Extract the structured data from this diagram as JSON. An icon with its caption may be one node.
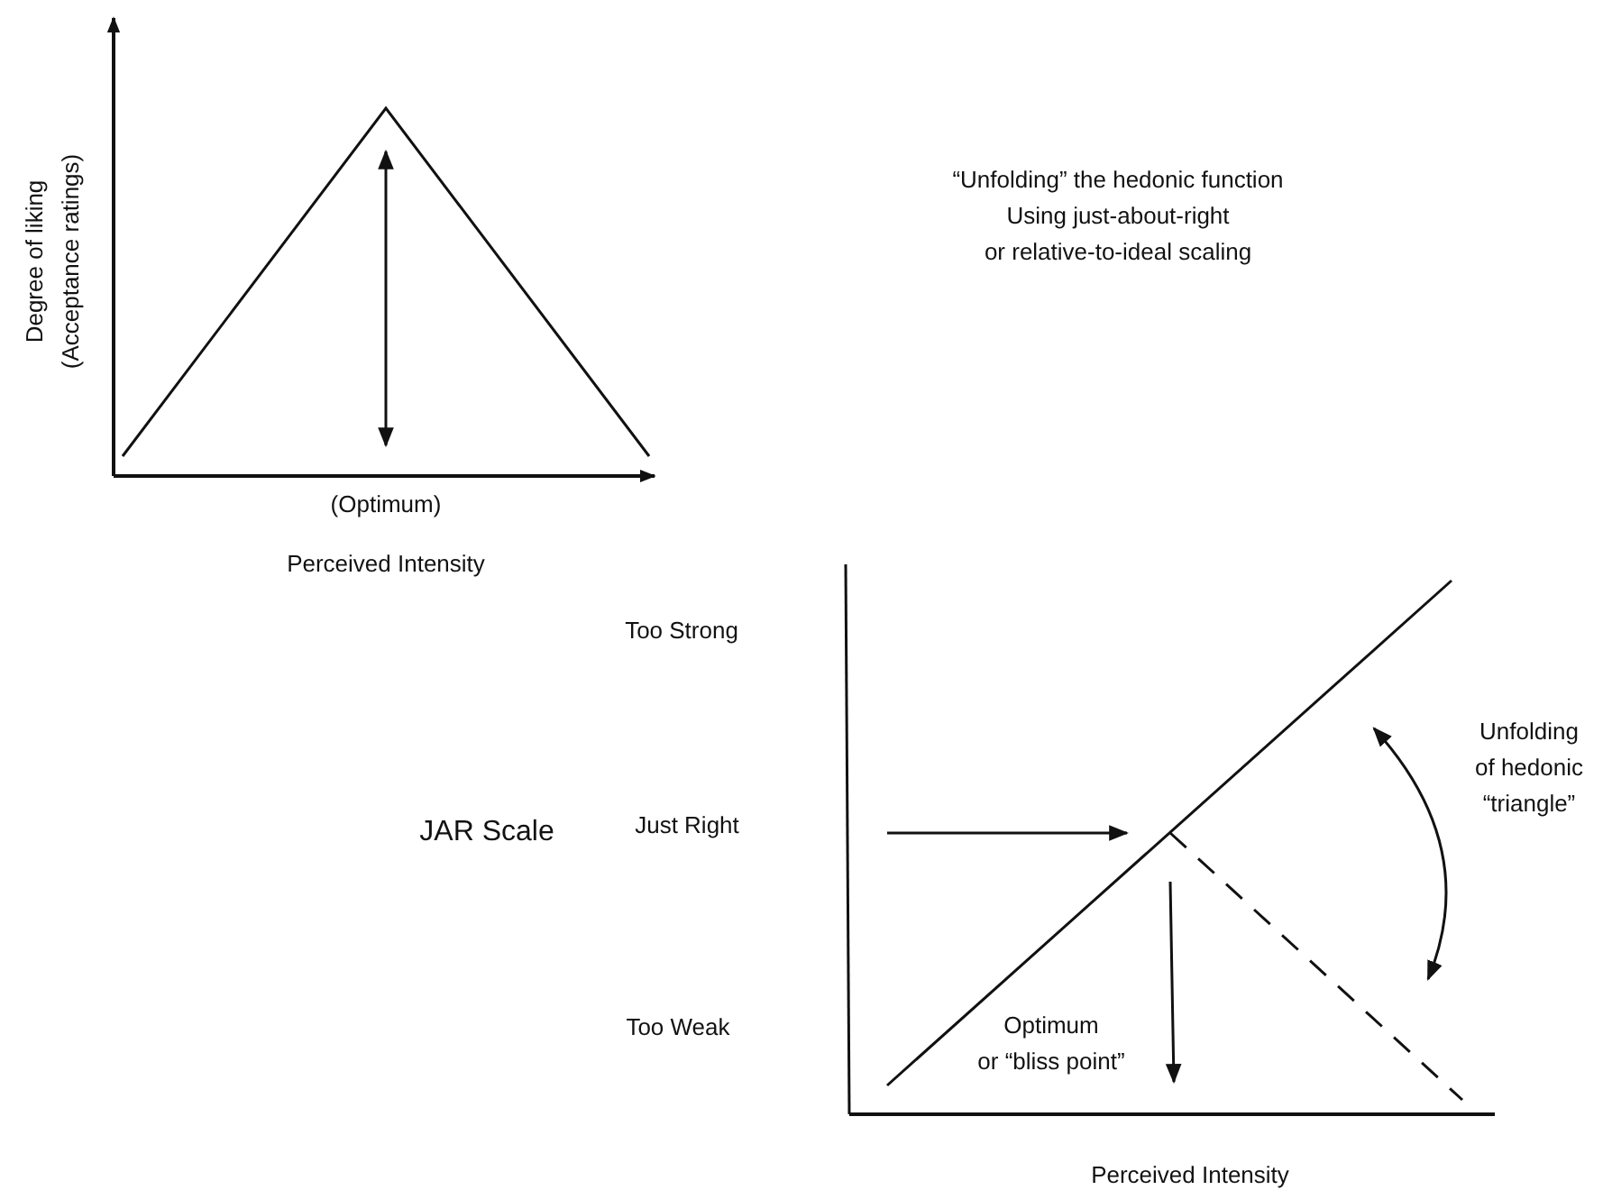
{
  "diagram": {
    "labels": [
      "Degree of liking (Acceptance ratings)",
      "“Unfolding” the hedonic function Using just-about-right or relative-to-ideal scaling",
      "(Optimum)",
      "Perceived Intensity",
      "Too Strong",
      "JAR Scale",
      "Just Right",
      "Unfolding of hedonic “triangle”",
      "Too Weak",
      "Optimum or “bliss point”",
      "Perceived Intensity"
    ]
  }
}
